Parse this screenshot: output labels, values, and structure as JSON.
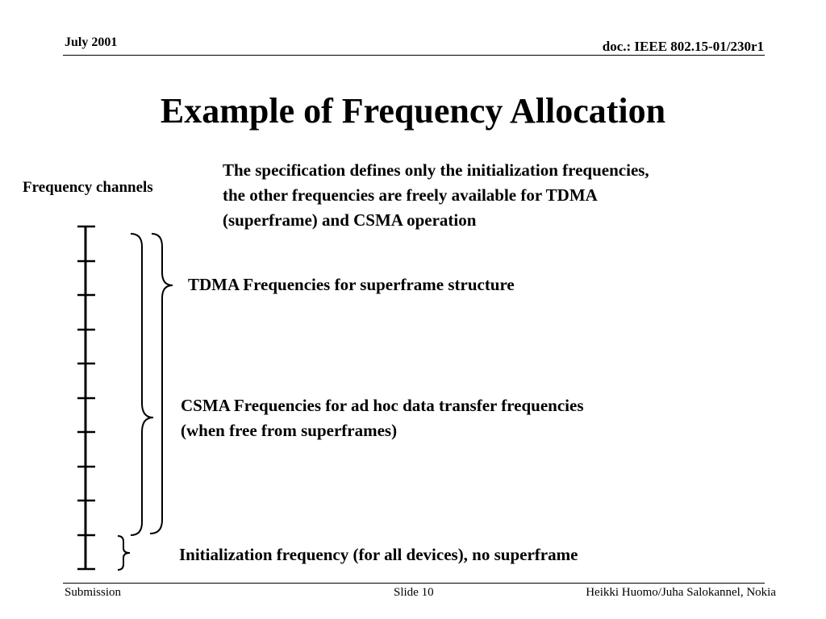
{
  "header": {
    "date": "July 2001",
    "doc_id": "doc.: IEEE 802.15-01/230r1"
  },
  "title": "Example of Frequency Allocation",
  "intro_lines": [
    "The specification defines only the initialization frequencies,",
    "the other frequencies are freely available for TDMA",
    "(superframe) and CSMA operation"
  ],
  "diagram": {
    "axis_label": "Frequency channels",
    "tdma_label": "TDMA Frequencies for superframe structure",
    "csma_label_lines": [
      "CSMA Frequencies for ad hoc data transfer frequencies",
      "(when free from superframes)"
    ],
    "init_label": "Initialization frequency (for all devices), no superframe"
  },
  "footer": {
    "left": "Submission",
    "center": "Slide 10",
    "right": "Heikki Huomo/Juha Salokannel, Nokia"
  }
}
